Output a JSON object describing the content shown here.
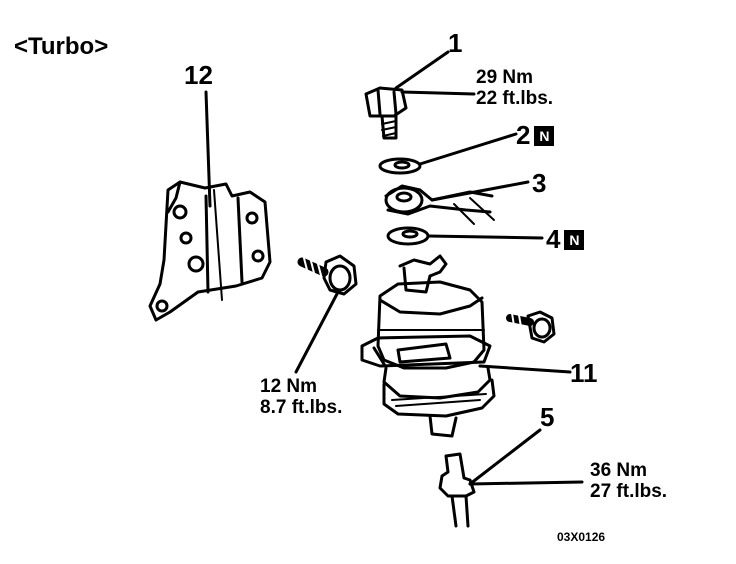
{
  "variant": "<Turbo>",
  "parts": {
    "p1": "1",
    "p2": "2",
    "p3": "3",
    "p4": "4",
    "p5": "5",
    "p11": "11",
    "p12": "12"
  },
  "new_part_mark": "N",
  "torque": {
    "p1": {
      "nm": "29 Nm",
      "ftlbs": "22 ft.lbs."
    },
    "bracket_bolt": {
      "nm": "12 Nm",
      "ftlbs": "8.7 ft.lbs."
    },
    "p5": {
      "nm": "36 Nm",
      "ftlbs": "27 ft.lbs."
    }
  },
  "figure_code": "03X0126"
}
